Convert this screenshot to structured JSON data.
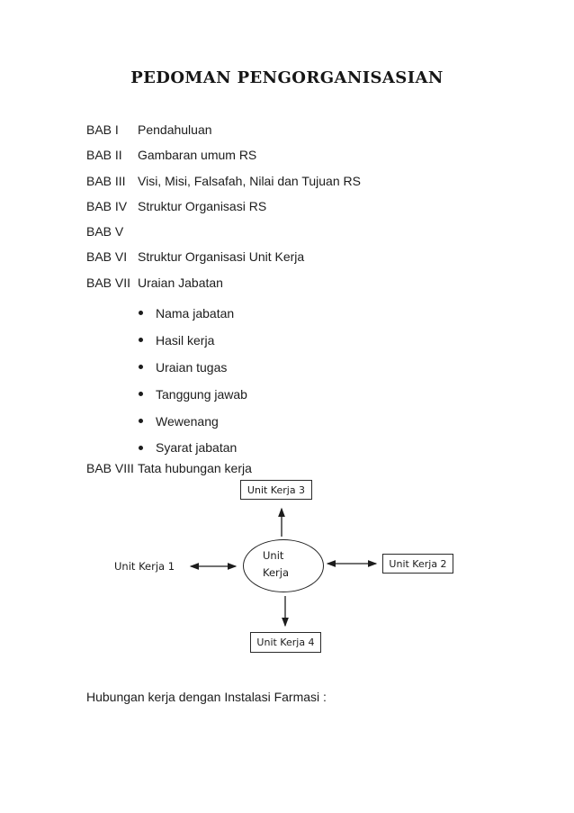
{
  "page": {
    "title": "PEDOMAN PENGORGANISASIAN"
  },
  "toc": {
    "items": [
      {
        "bab": "BAB I",
        "title": "Pendahuluan"
      },
      {
        "bab": "BAB II",
        "title": "Gambaran umum RS"
      },
      {
        "bab": "BAB III",
        "title": "Visi, Misi, Falsafah, Nilai dan Tujuan RS"
      },
      {
        "bab": "BAB IV",
        "title": "Struktur Organisasi RS"
      },
      {
        "bab": "BAB V",
        "title": ""
      },
      {
        "bab": "BAB VI",
        "title": "Struktur Organisasi Unit Kerja"
      },
      {
        "bab": "BAB VII",
        "title": "Uraian Jabatan"
      },
      {
        "bab": "BAB VIII",
        "title": "Tata hubungan kerja"
      }
    ],
    "bullets": [
      "Nama jabatan",
      "Hasil kerja",
      "Uraian tugas",
      "Tanggung jawab",
      "Wewenang",
      "Syarat jabatan"
    ]
  },
  "diagram": {
    "center": {
      "line1": "Unit",
      "line2": "Kerja"
    },
    "nodes": {
      "unit1": "Unit Kerja 1",
      "unit2": "Unit Kerja 2",
      "unit3": "Unit Kerja 3",
      "unit4": "Unit Kerja 4"
    }
  },
  "footer": {
    "note": "Hubungan kerja dengan Instalasi Farmasi :"
  },
  "colors": {
    "background": "#ffffff",
    "ink": "#1c1c1c"
  }
}
